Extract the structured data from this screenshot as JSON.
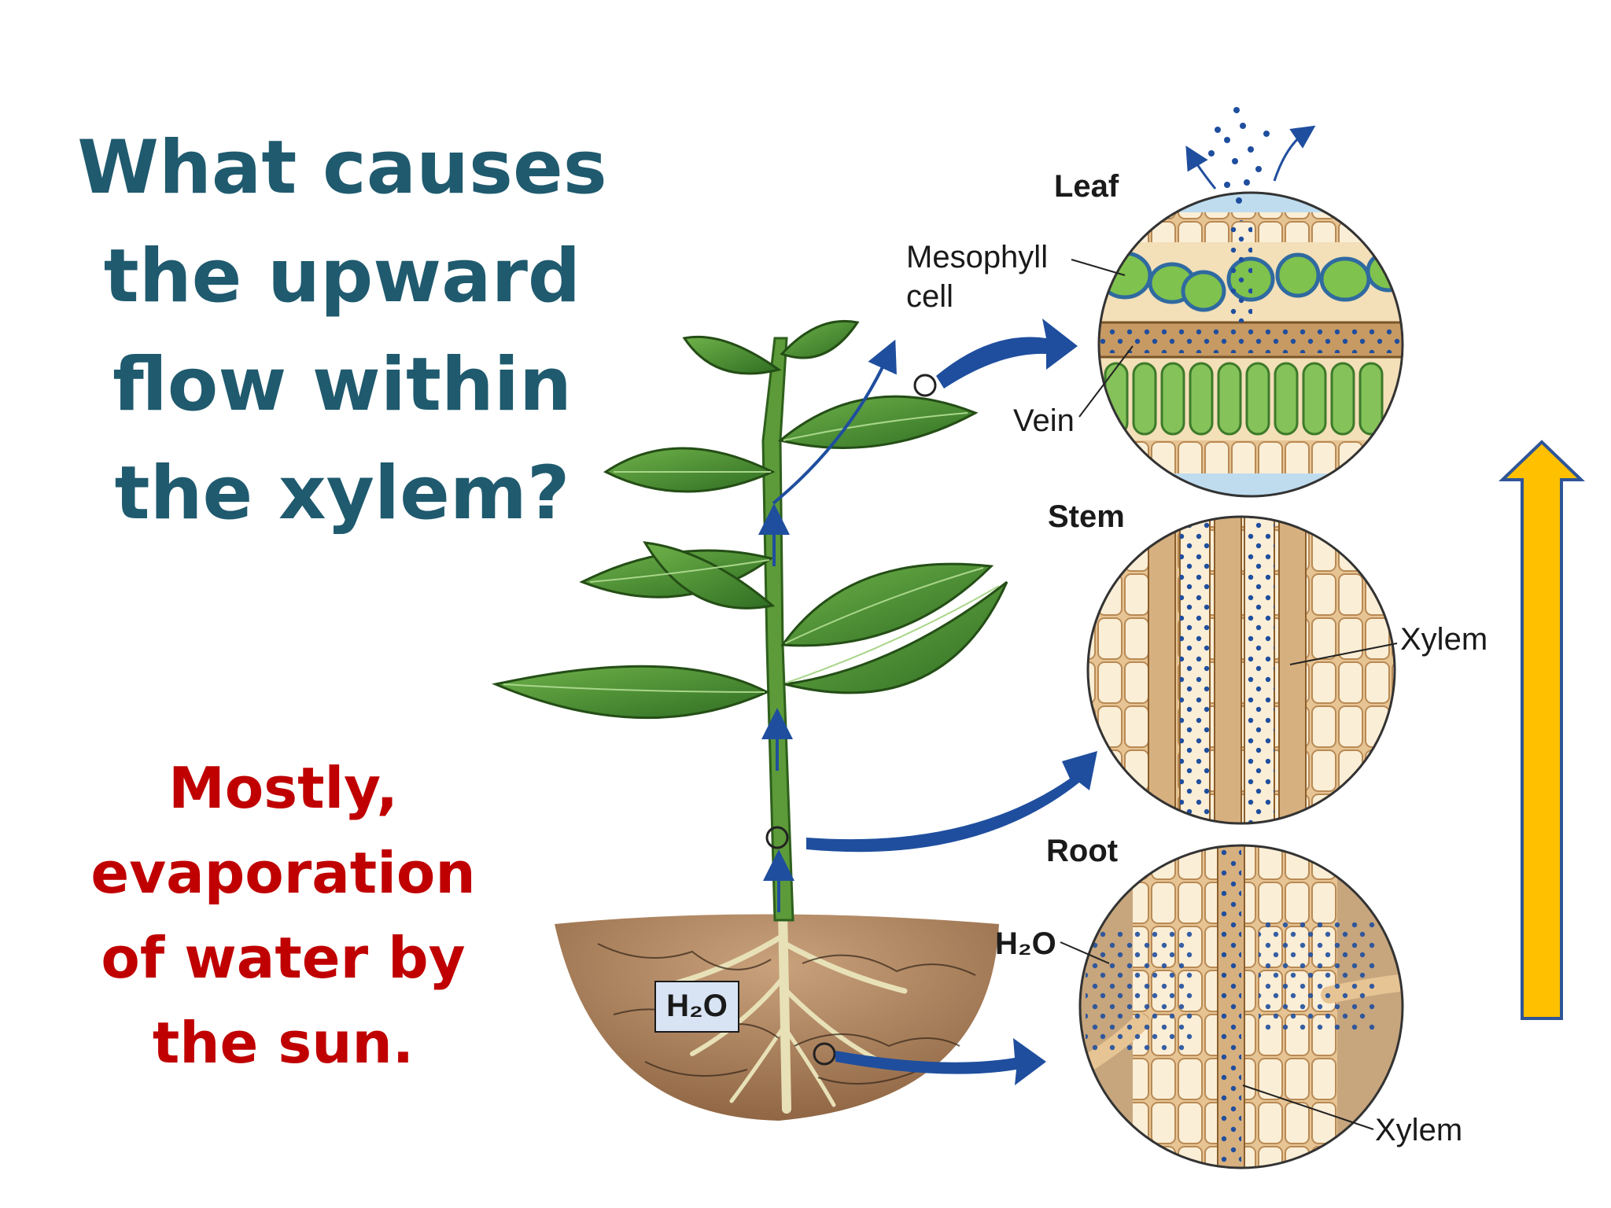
{
  "slide": {
    "question_lines": [
      "What causes",
      "the upward",
      "flow within",
      "the xylem?"
    ],
    "answer_lines": [
      "Mostly,",
      "evaporation",
      "of water by",
      "the sun."
    ]
  },
  "diagram": {
    "labels": {
      "leaf": "Leaf",
      "mesophyll_1": "Mesophyll",
      "mesophyll_2": "cell",
      "vein": "Vein",
      "stem": "Stem",
      "xylem_stem": "Xylem",
      "root": "Root",
      "h2o_root": "H₂O",
      "xylem_root": "Xylem",
      "h2o_soil": "H₂O"
    },
    "colors": {
      "question": "#1f5a6e",
      "answer": "#c00000",
      "up_arrow_fill": "#ffc000",
      "up_arrow_stroke": "#2f5597",
      "water_dots": "#1f4e9e",
      "leaf_green": "#3f8a2e",
      "soil": "#a57a55"
    }
  }
}
